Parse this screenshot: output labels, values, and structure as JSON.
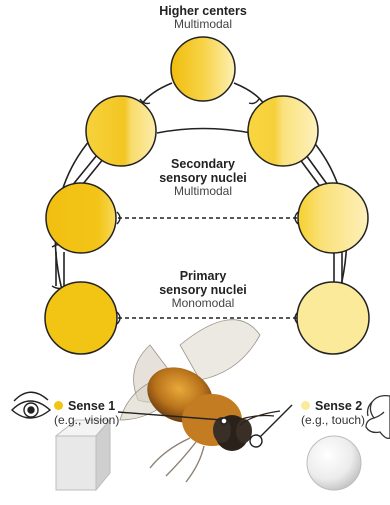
{
  "labels": {
    "higher": {
      "title": "Higher centers",
      "sub": "Multimodal"
    },
    "secondary": {
      "title1": "Secondary",
      "title2": "sensory nuclei",
      "sub": "Multimodal"
    },
    "primary": {
      "title1": "Primary",
      "title2": "sensory nuclei",
      "sub": "Monomodal"
    }
  },
  "senses": {
    "sense1": {
      "title": "Sense 1",
      "example": "(e.g., vision)"
    },
    "sense2": {
      "title": "Sense 2",
      "example": "(e.g., touch)"
    }
  },
  "colors": {
    "sense1": "#f2c414",
    "sense2": "#fbea9a",
    "line": "#222222"
  },
  "icons": [
    "eye-icon",
    "hand-icon",
    "cube-icon",
    "sphere-icon",
    "bee-illustration"
  ]
}
